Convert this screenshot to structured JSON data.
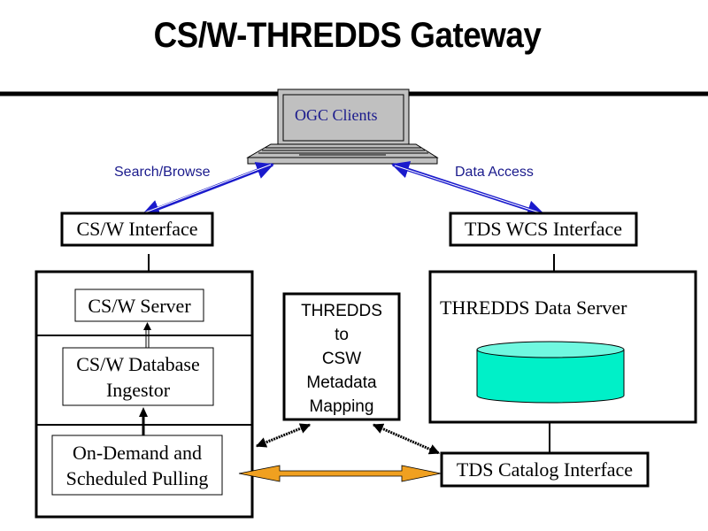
{
  "title": "CS/W-THREDDS Gateway",
  "colors": {
    "arrow_blue": "#1a1acc",
    "label_blue": "#1a1a8c",
    "laptop_gray": "#c0c0c0",
    "cylinder_fill": "#00f0c8",
    "cylinder_top": "#70f8e0",
    "orange_arrow": "#f0a020"
  },
  "laptop": {
    "label": "OGC Clients",
    "icon": "laptop-icon"
  },
  "arrows": {
    "search_browse": "Search/Browse",
    "data_access": "Data Access"
  },
  "boxes": {
    "csw_interface": "CS/W Interface",
    "tds_wcs_interface": "TDS WCS Interface",
    "csw_server": "CS/W Server",
    "csw_db_ingestor": [
      "CS/W Database",
      "Ingestor"
    ],
    "pulling": [
      "On-Demand and",
      "Scheduled Pulling"
    ],
    "mapping": [
      "THREDDS",
      "to",
      "CSW",
      "Metadata",
      "Mapping"
    ],
    "thredds_data_server": "THREDDS Data Server",
    "tds_catalog_interface": "TDS Catalog Interface"
  }
}
